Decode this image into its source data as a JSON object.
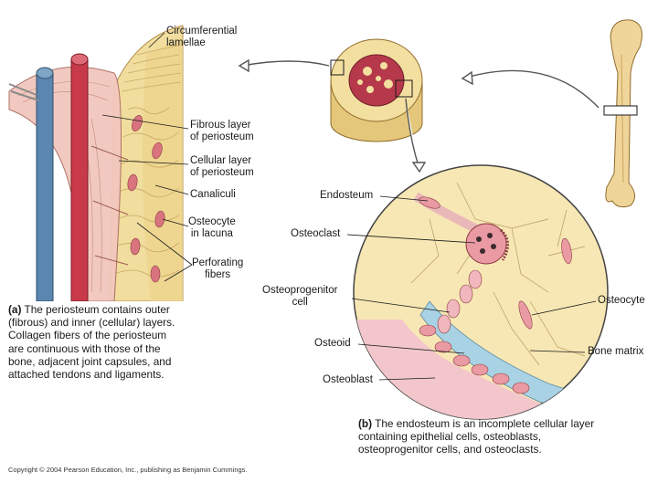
{
  "panel_a": {
    "labels": {
      "circumferential_lamellae": [
        "Circumferential",
        "lamellae"
      ],
      "fibrous_layer": [
        "Fibrous layer",
        "of periosteum"
      ],
      "cellular_layer": [
        "Cellular layer",
        "of periosteum"
      ],
      "canaliculi": "Canaliculi",
      "osteocyte_in_lacuna": [
        "Osteocyte",
        "in lacuna"
      ],
      "perforating_fibers": [
        "Perforating",
        "fibers"
      ]
    },
    "caption": {
      "letter": "(a)",
      "lines": [
        "The periosteum contains outer",
        "(fibrous) and inner (cellular) layers.",
        "Collagen fibers of the periosteum",
        "are continuous with those of the",
        "bone, adjacent joint capsules, and",
        "attached tendons and ligaments."
      ]
    }
  },
  "panel_b": {
    "labels": {
      "endosteum": "Endosteum",
      "osteoclast": "Osteoclast",
      "osteoprogenitor_cell": [
        "Osteoprogenitor",
        "cell"
      ],
      "osteoid": "Osteoid",
      "osteoblast": "Osteoblast",
      "osteocyte": "Osteocyte",
      "bone_matrix": "Bone matrix"
    },
    "caption": {
      "letter": "(b)",
      "lines": [
        "The endosteum is an incomplete cellular layer",
        "containing epithelial cells, osteoblasts,",
        "osteoprogenitor cells, and osteoclasts."
      ]
    }
  },
  "copyright": "Copyright © 2004 Pearson Education, Inc., publishing as Benjamin Cummings.",
  "colors": {
    "bone": "#f3dfa0",
    "bone_dark": "#e4c77a",
    "vessel_red": "#c8394a",
    "vessel_blue": "#5b86b0",
    "marrow_red": "#b5394a",
    "cell_pink": "#e99aa3",
    "osteoid_blue": "#a9d3e4"
  }
}
